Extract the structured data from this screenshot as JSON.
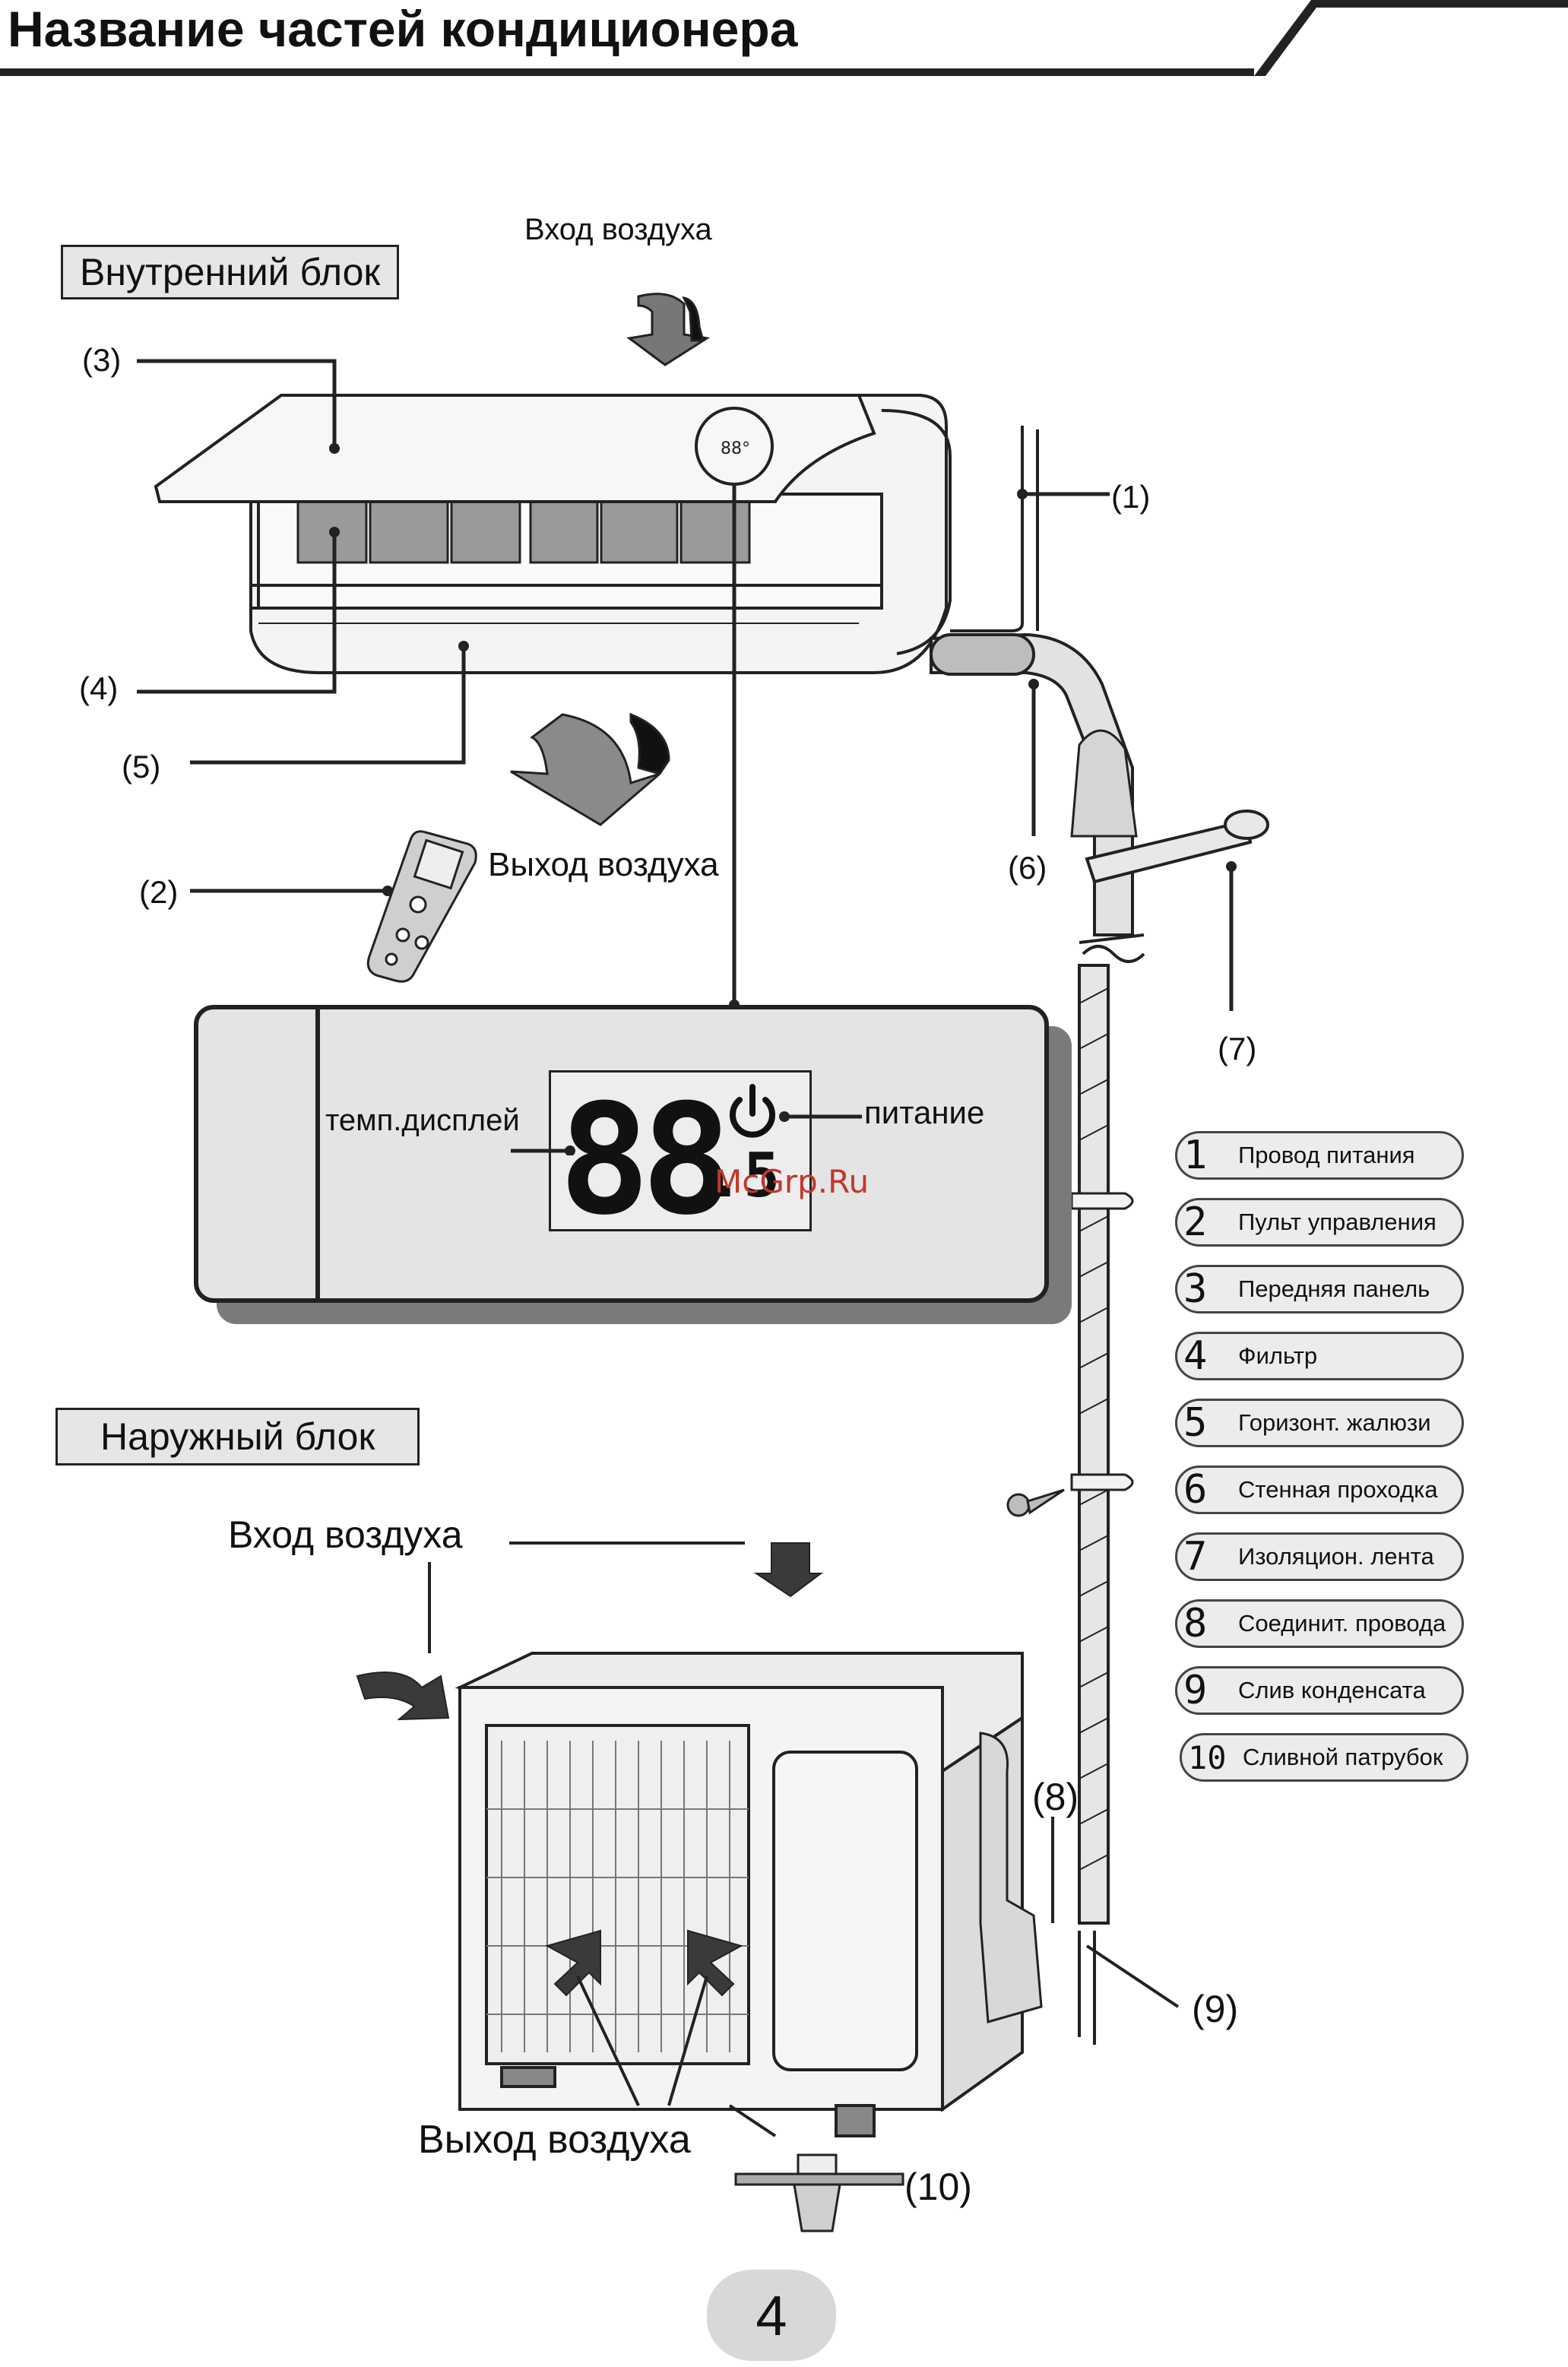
{
  "page": {
    "title": "Название частей кондиционера",
    "page_number": "4",
    "watermark": "McGrp.Ru"
  },
  "indoor": {
    "section_label": "Внутренний блок",
    "air_in": "Вход воздуха",
    "air_out": "Выход воздуха",
    "temp_display_label": "темп.дисплей",
    "power_label": "питание",
    "display_digits": "88",
    "display_decimal": ".5"
  },
  "outdoor": {
    "section_label": "Наружный блок",
    "air_in": "Вход воздуха",
    "air_out": "Выход воздуха"
  },
  "callouts": [
    "(1)",
    "(2)",
    "(3)",
    "(4)",
    "(5)",
    "(6)",
    "(7)",
    "(8)",
    "(9)",
    "(10)"
  ],
  "legend": [
    {
      "num": "1",
      "label": "Провод питания"
    },
    {
      "num": "2",
      "label": "Пульт управления"
    },
    {
      "num": "3",
      "label": "Передняя панель"
    },
    {
      "num": "4",
      "label": "Фильтр"
    },
    {
      "num": "5",
      "label": "Горизонт. жалюзи"
    },
    {
      "num": "6",
      "label": "Стенная проходка"
    },
    {
      "num": "7",
      "label": "Изоляцион. лента"
    },
    {
      "num": "8",
      "label": "Соединит. провода"
    },
    {
      "num": "9",
      "label": "Слив конденсата"
    },
    {
      "num": "10",
      "label": "Сливной патрубок"
    }
  ]
}
